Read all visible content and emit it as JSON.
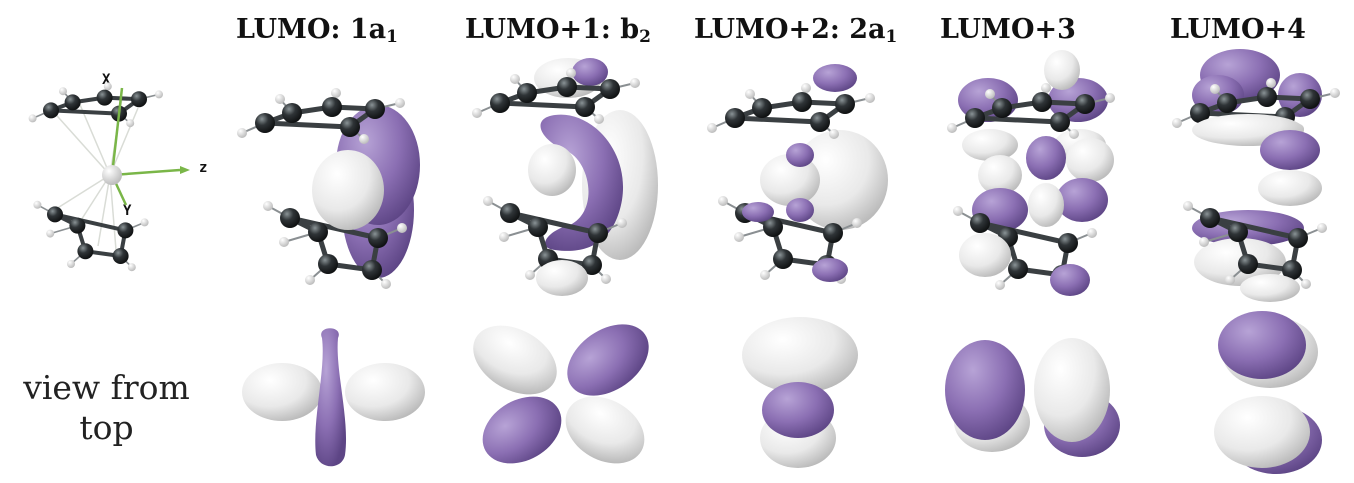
{
  "columns": [
    {
      "name": "LUMO: 1a",
      "sub": "1"
    },
    {
      "name": "LUMO+1: b",
      "sub": "2"
    },
    {
      "name": "LUMO+2: 2a",
      "sub": "1"
    },
    {
      "name": "LUMO+3",
      "sub": ""
    },
    {
      "name": "LUMO+4",
      "sub": ""
    }
  ],
  "axes": {
    "x": "X",
    "y": "Y",
    "z": "z"
  },
  "caption": {
    "line1": "view from",
    "line2": "top"
  },
  "colors": {
    "purple": "#8b6fb3",
    "white_lobe": "#ececec",
    "carbon": "#2f3437",
    "bond": "#3a3f42",
    "axis_green": "#7ab648"
  }
}
